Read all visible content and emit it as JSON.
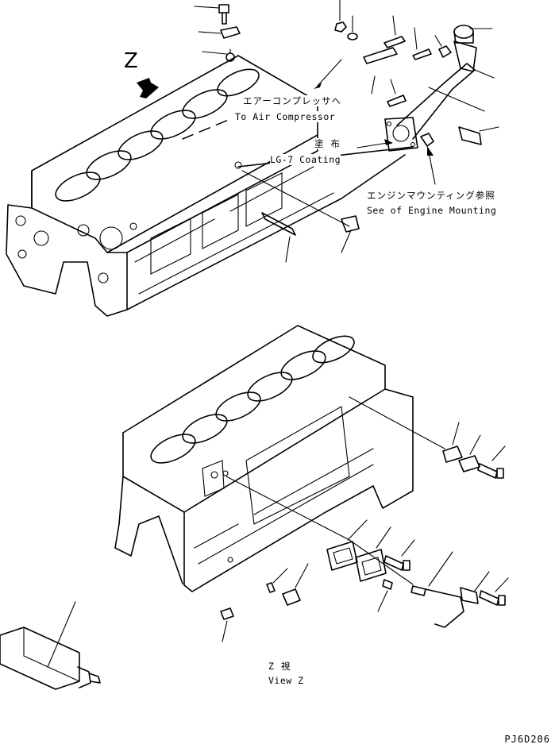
{
  "view_letter": "Z",
  "labels": {
    "air_compressor_jp": "エアーコンプレッサヘ",
    "air_compressor_en": "To Air Compressor",
    "coating_jp": "塗 布",
    "coating_en": "LG-7 Coating",
    "engine_mounting_jp": "エンジンマウンティング参照",
    "engine_mounting_en": "See of Engine Mounting",
    "view_z_jp": "Z 視",
    "view_z_en": "View Z"
  },
  "drawing_code": "PJ6D206"
}
